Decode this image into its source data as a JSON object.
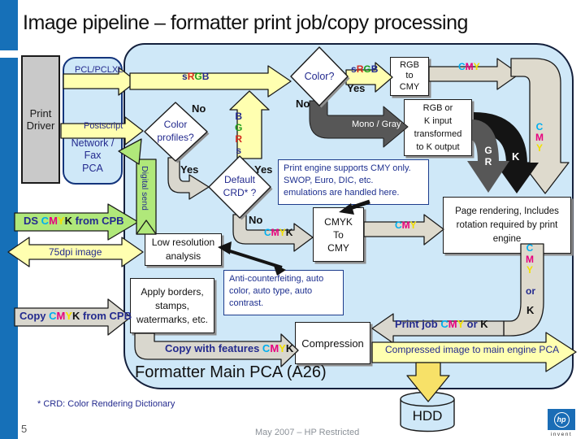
{
  "slide": {
    "title": "Image pipeline – formatter print job/copy processing",
    "page_number": "5",
    "footer": "May 2007 – HP Restricted",
    "footnote": "* CRD: Color Rendering Dictionary",
    "container_label": "Formatter Main PCA (A26)",
    "logo_hp": "hp",
    "logo_invent": "invent"
  },
  "colors": {
    "sidebar_blue": "#1670b8",
    "container_fill": "#cfe8f8",
    "arrow_yellow": "#ffffb0",
    "arrow_green": "#b0e87a",
    "arrow_gray": "#d9d7ce",
    "arrow_dark_gray": "#575757",
    "arrow_black": "#141414",
    "arrow_tan": "#dedacd",
    "navy_text": "#232a8e",
    "cyan": "#00aeef",
    "magenta": "#e6007e",
    "yellow_letter": "#f2e000",
    "red": "#d42a1e",
    "green_letter": "#1e9e1e"
  },
  "nodes": {
    "print_driver": [
      "Print",
      "Driver"
    ],
    "network_fax_pca": [
      "Network /",
      "Fax",
      "PCA"
    ],
    "rgb_to_cmy": [
      "RGB",
      "to",
      "CMY"
    ],
    "rgb_or_k_input": [
      "RGB or",
      "K input",
      "transformed",
      "to K output"
    ],
    "page_rendering": [
      "Page rendering, Includes",
      "rotation required by print",
      "engine"
    ],
    "cmyk_to_cmy": [
      "CMYK",
      "To",
      "CMY"
    ],
    "low_resolution": [
      "Low resolution",
      "analysis"
    ],
    "apply_borders": [
      "Apply borders,",
      "stamps,",
      "watermarks, etc."
    ],
    "compression": "Compression",
    "hdd": "HDD"
  },
  "notes": {
    "print_engine": [
      "Print engine supports CMY only.",
      "SWOP, Euro, DIC, etc.",
      "emulations are handled here."
    ],
    "anti_counterfeiting": [
      "Anti-counterfeiting, auto",
      "color, auto type, auto",
      "contrast."
    ]
  },
  "decisions": {
    "color_profiles": [
      "Color",
      "profiles?"
    ],
    "default_crd": [
      "Default",
      "CRD* ?"
    ],
    "color": [
      "Color?"
    ]
  },
  "labels": {
    "pcl": "PCL/PCLXL",
    "postscript": "Postscript",
    "mono_gray": "Mono / Gray",
    "digital_send": "Digital send",
    "dpi_image": "75dpi image",
    "compressed_image": "Compressed image to main engine PCA",
    "yes": "Yes",
    "no": "No",
    "or": "or",
    "k": "K",
    "g": "G",
    "r": "R"
  },
  "colored": {
    "srgb": [
      {
        "t": "s",
        "c": "#232a8e"
      },
      {
        "t": "R",
        "c": "#d42a1e"
      },
      {
        "t": "G",
        "c": "#1e9e1e"
      },
      {
        "t": "B",
        "c": "#232a8e"
      }
    ],
    "cmy": [
      {
        "t": "C",
        "c": "#00aeef"
      },
      {
        "t": "M",
        "c": "#e6007e"
      },
      {
        "t": "Y",
        "c": "#f2e000"
      }
    ],
    "cmyk": [
      {
        "t": "C",
        "c": "#00aeef"
      },
      {
        "t": "M",
        "c": "#e6007e"
      },
      {
        "t": "Y",
        "c": "#f2e000"
      },
      {
        "t": "K",
        "c": "#111111"
      }
    ],
    "ds_from_cpb": [
      {
        "t": "DS ",
        "c": "#232a8e"
      },
      {
        "t": "C",
        "c": "#00aeef"
      },
      {
        "t": "M",
        "c": "#e6007e"
      },
      {
        "t": "Y",
        "c": "#f2e000"
      },
      {
        "t": "K",
        "c": "#111111"
      },
      {
        "t": " from CPB",
        "c": "#232a8e"
      }
    ],
    "copy_from_cpb": [
      {
        "t": "Copy ",
        "c": "#232a8e"
      },
      {
        "t": "C",
        "c": "#00aeef"
      },
      {
        "t": "M",
        "c": "#e6007e"
      },
      {
        "t": "Y",
        "c": "#f2e000"
      },
      {
        "t": "K",
        "c": "#111111"
      },
      {
        "t": " from CPB",
        "c": "#232a8e"
      }
    ],
    "copy_with_features": [
      {
        "t": "Copy with features ",
        "c": "#232a8e"
      },
      {
        "t": "C",
        "c": "#00aeef"
      },
      {
        "t": "M",
        "c": "#e6007e"
      },
      {
        "t": "Y",
        "c": "#f2e000"
      },
      {
        "t": "K",
        "c": "#111111"
      }
    ],
    "print_job": [
      {
        "t": "Print job ",
        "c": "#232a8e"
      },
      {
        "t": "C",
        "c": "#00aeef"
      },
      {
        "t": "M",
        "c": "#e6007e"
      },
      {
        "t": "Y",
        "c": "#f2e000"
      },
      {
        "t": " or ",
        "c": "#232a8e"
      },
      {
        "t": "K",
        "c": "#111111"
      }
    ]
  }
}
